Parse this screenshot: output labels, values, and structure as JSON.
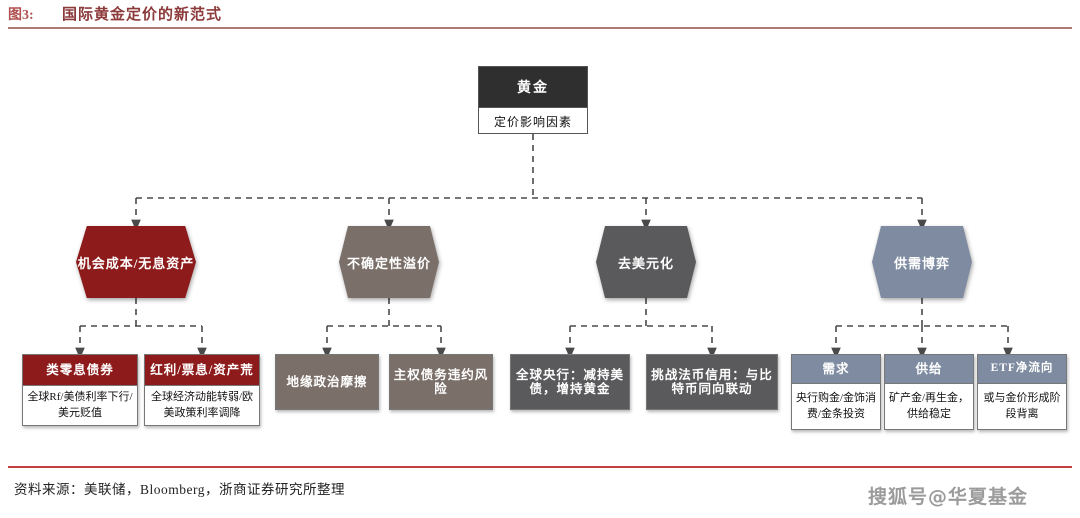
{
  "figure": {
    "label": "图3:",
    "title": "国际黄金定价的新范式",
    "source": "资料来源：美联储，Bloomberg，浙商证券研究所整理",
    "watermark": "搜狐号@华夏基金"
  },
  "colors": {
    "title": "#8c3a3a",
    "rule_top": "#b07a74",
    "rule_bottom": "#c0413b",
    "root_header": "#2f2f2f",
    "branch_red": "#8e1b1b",
    "branch_taupe": "#7b6f69",
    "branch_gray": "#5a5a5c",
    "branch_blue": "#7e8ba0",
    "connector": "#4a4a4a"
  },
  "root": {
    "header": "黄金",
    "body": "定价影响因素"
  },
  "branches": [
    {
      "id": "opportunity-cost",
      "label": "机会成本/无息资产",
      "color": "#8e1b1b",
      "leaves": [
        {
          "header": "类零息债券",
          "body": "全球Rf/美债利率下行/美元贬值",
          "header_color": "#8e1b1b"
        },
        {
          "header": "红利/票息/资产荒",
          "body": "全球经济动能转弱/欧美政策利率调降",
          "header_color": "#8e1b1b"
        }
      ]
    },
    {
      "id": "uncertainty-premium",
      "label": "不确定性溢价",
      "color": "#7b6f69",
      "leaves": [
        {
          "header": "地缘政治摩擦",
          "body": "",
          "header_color": "#7b6f69"
        },
        {
          "header": "主权债务违约风险",
          "body": "",
          "header_color": "#7b6f69"
        }
      ]
    },
    {
      "id": "de-dollarization",
      "label": "去美元化",
      "color": "#5a5a5c",
      "leaves": [
        {
          "header": "全球央行：减持美债，增持黄金",
          "body": "",
          "header_color": "#5a5a5c"
        },
        {
          "header": "挑战法币信用：与比特币同向联动",
          "body": "",
          "header_color": "#5a5a5c"
        }
      ]
    },
    {
      "id": "supply-demand",
      "label": "供需博弈",
      "color": "#7e8ba0",
      "leaves": [
        {
          "header": "需求",
          "body": "央行购金/金饰消费/金条投资",
          "header_color": "#7e8ba0"
        },
        {
          "header": "供给",
          "body": "矿产金/再生金，供给稳定",
          "header_color": "#7e8ba0"
        },
        {
          "header": "ETF净流向",
          "body": "或与金价形成阶段背离",
          "header_color": "#7e8ba0"
        }
      ]
    }
  ]
}
